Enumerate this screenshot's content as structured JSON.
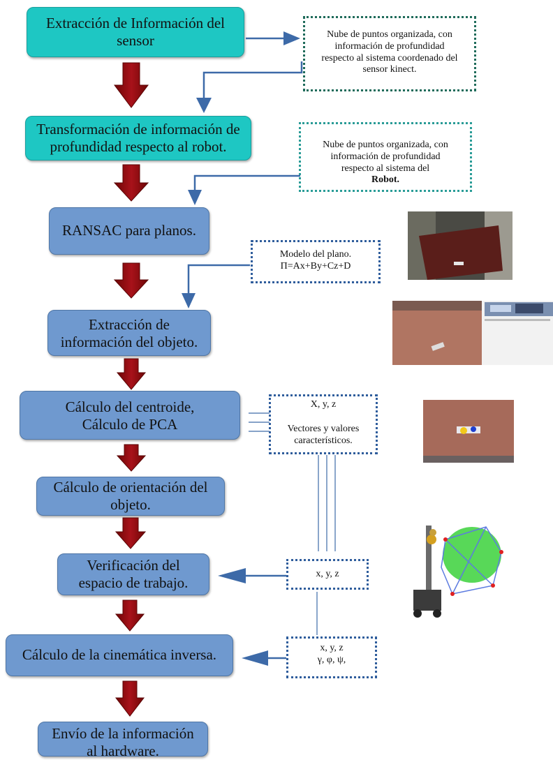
{
  "steps": [
    {
      "line1": "Extracción de Información del",
      "line2": "sensor"
    },
    {
      "line1": "Transformación de información de",
      "line2": "profundidad respecto al robot."
    },
    {
      "line1": "RANSAC para planos.",
      "line2": ""
    },
    {
      "line1": "Extracción de",
      "line2": "información del objeto."
    },
    {
      "line1": "Cálculo del centroide,",
      "line2": "Cálculo de PCA"
    },
    {
      "line1": "Cálculo de orientación del",
      "line2": "objeto."
    },
    {
      "line1": "Verificación  del",
      "line2": "espacio de trabajo."
    },
    {
      "line1": "Cálculo de la cinemática inversa.",
      "line2": ""
    },
    {
      "line1": "Envío de la información",
      "line2": "al hardware."
    }
  ],
  "notes": {
    "n1": {
      "l1": "Nube de puntos organizada, con",
      "l2": "información de profundidad",
      "l3": "respecto al sistema coordenado del",
      "l4": "sensor kinect."
    },
    "n2": {
      "l1": "Nube de puntos organizada, con",
      "l2": "información de profundidad",
      "l3": "respecto al sistema del",
      "l3_bold": "Robot."
    },
    "n3": {
      "l1": "Modelo del plano.",
      "l2": "Π=Ax+By+Cz+D"
    },
    "n4": {
      "l1": "X,    y,    z",
      "l2": "Vectores y valores",
      "l3": "característicos."
    },
    "n5": {
      "l1": "x,   y,   z"
    },
    "n6": {
      "l1": "x,   y,   z",
      "l2": "γ,   φ,    ψ,"
    }
  },
  "colors": {
    "teal": "#1ec7c3",
    "blue": "#6f99cf",
    "dark_red": "#8b0a0a",
    "arrow_blue": "#3d6aa8"
  }
}
